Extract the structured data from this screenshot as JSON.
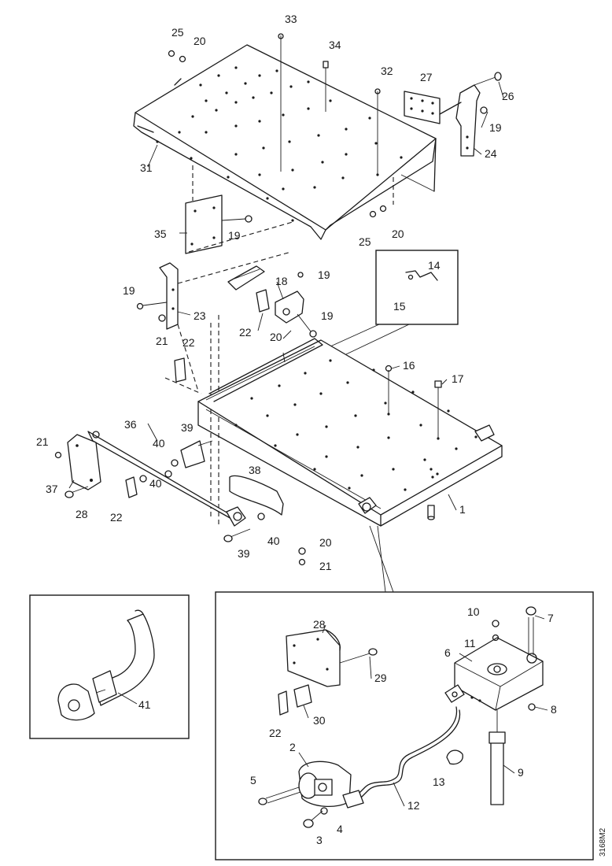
{
  "figure_code": "3168M2",
  "callouts": {
    "n1": "1",
    "n2": "2",
    "n3": "3",
    "n4": "4",
    "n5": "5",
    "n6": "6",
    "n7": "7",
    "n8": "8",
    "n9": "9",
    "n10": "10",
    "n11": "11",
    "n12": "12",
    "n13": "13",
    "n14": "14",
    "n15": "15",
    "n16": "16",
    "n17": "17",
    "n18": "18",
    "n19": "19",
    "n20": "20",
    "n21": "21",
    "n22": "22",
    "n23": "23",
    "n24": "24",
    "n25": "25",
    "n26": "26",
    "n27": "27",
    "n28": "28",
    "n29": "29",
    "n30": "30",
    "n31": "31",
    "n32": "32",
    "n33": "33",
    "n34": "34",
    "n35": "35",
    "n36": "36",
    "n37": "37",
    "n38": "38",
    "n39": "39",
    "n40": "40",
    "n41": "41"
  }
}
